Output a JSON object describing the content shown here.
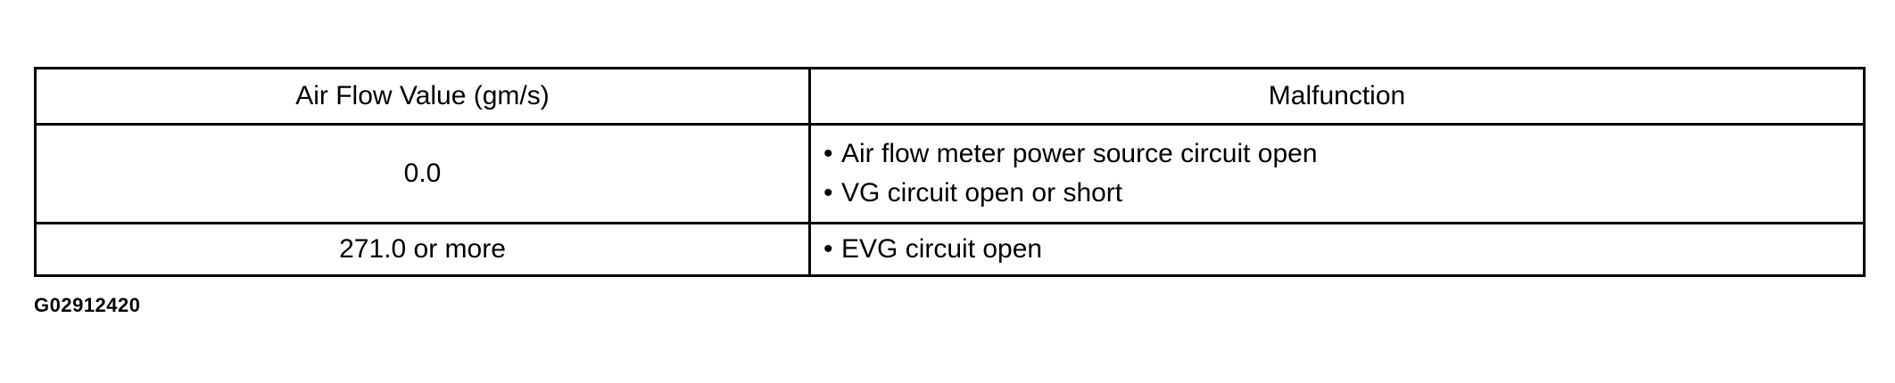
{
  "table": {
    "headers": [
      "Air Flow Value (gm/s)",
      "Malfunction"
    ],
    "rows": [
      {
        "value": "0.0",
        "malfunctions": [
          "Air flow meter power source circuit open",
          "VG circuit open or short"
        ]
      },
      {
        "value": "271.0 or more",
        "malfunctions": [
          "EVG circuit open"
        ]
      }
    ],
    "bullet": "•"
  },
  "figure_code": "G02912420"
}
